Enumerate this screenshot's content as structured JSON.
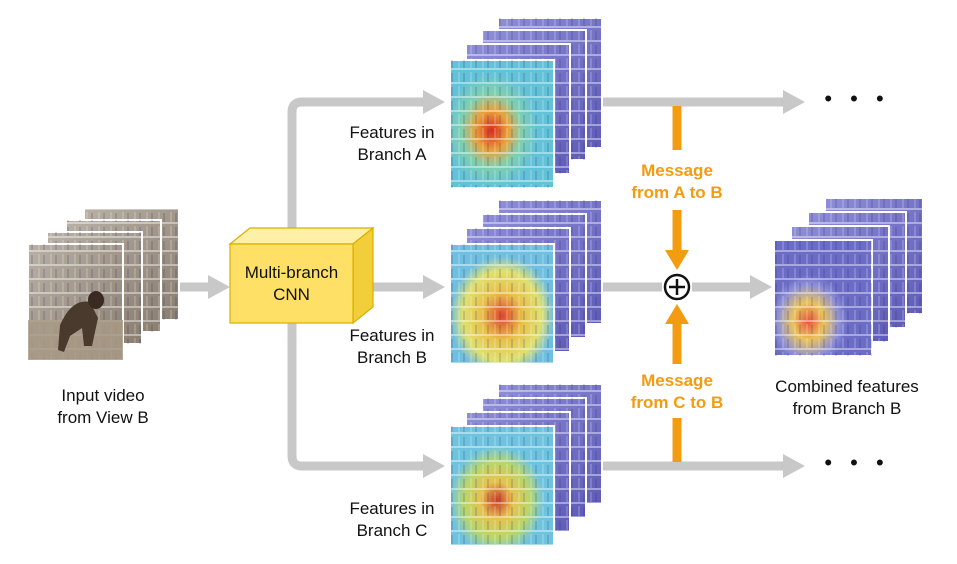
{
  "input": {
    "line1": "Input video",
    "line2": "from View B"
  },
  "cnn": {
    "line1": "Multi-branch",
    "line2": "CNN"
  },
  "branch_a": {
    "line1": "Features in",
    "line2": "Branch A"
  },
  "branch_b": {
    "line1": "Features in",
    "line2": "Branch B"
  },
  "branch_c": {
    "line1": "Features in",
    "line2": "Branch C"
  },
  "msg_a": {
    "line1": "Message",
    "line2": "from A to B"
  },
  "msg_c": {
    "line1": "Message",
    "line2": "from C to B"
  },
  "combined": {
    "line1": "Combined features",
    "line2": "from Branch B"
  },
  "ellipsis": "• • •",
  "plus_symbol": "⊕",
  "colors": {
    "arrow_gray": "#c8c8c8",
    "message_orange": "#f39c12",
    "cnn_yellow": "#ffe066",
    "cnn_edge": "#e0b400"
  }
}
